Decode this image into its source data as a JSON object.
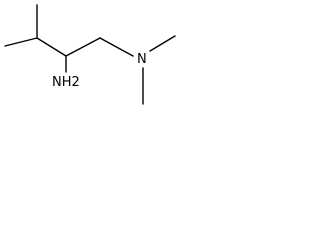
{
  "molecule": {
    "atoms": [
      {
        "id": "a_nh2",
        "label": "NH2"
      },
      {
        "id": "a_n",
        "label": "N"
      }
    ]
  }
}
